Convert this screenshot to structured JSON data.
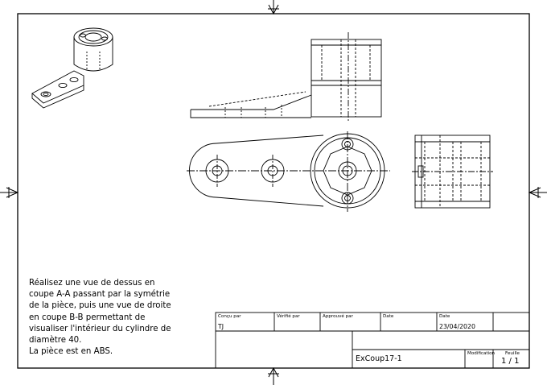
{
  "instructions": [
    "Réalisez une vue de dessus en",
    "coupe A-A passant par la symétrie",
    "de la pièce, puis une vue de droite",
    "en coupe B-B permettant de",
    "visualiser l'intérieur du cylindre de",
    "diamètre 40.",
    "La pièce est en ABS."
  ],
  "title_block": {
    "concu_par_label": "Conçu par",
    "concu_par_value": "TJ",
    "verifie_par_label": "Vérifié par",
    "approuve_par_label": "Approuvé par",
    "date1_label": "Date",
    "date2_label": "Date",
    "date_value": "23/04/2020",
    "drawing_code": "ExCoup17-1",
    "modification_label": "Modification",
    "feuille_label": "Feuille",
    "feuille_value": "1 / 1"
  },
  "colors": {
    "line": "#000000",
    "paper": "#ffffff"
  }
}
